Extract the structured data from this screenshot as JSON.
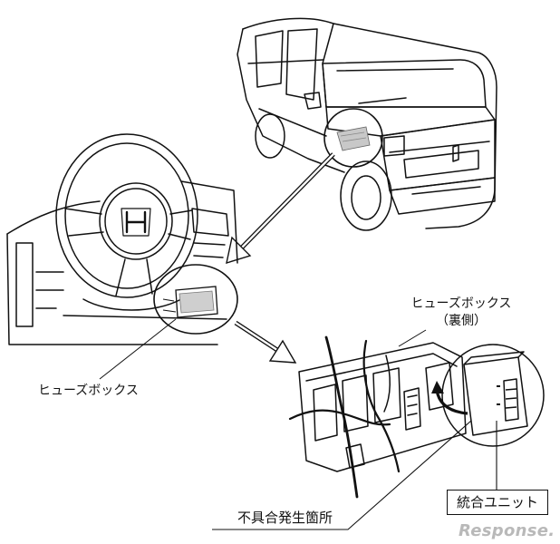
{
  "labels": {
    "fuse_box_back_line1": "ヒューズボックス",
    "fuse_box_back_line2": "（裏側）",
    "fuse_box": "ヒューズボックス",
    "defect_location": "不具合発生箇所",
    "integrated_unit": "統合ユニット"
  },
  "watermark": "Response.",
  "colors": {
    "line": "#111111",
    "shade": "#9a9a9a",
    "watermark": "#b9b9b9"
  }
}
